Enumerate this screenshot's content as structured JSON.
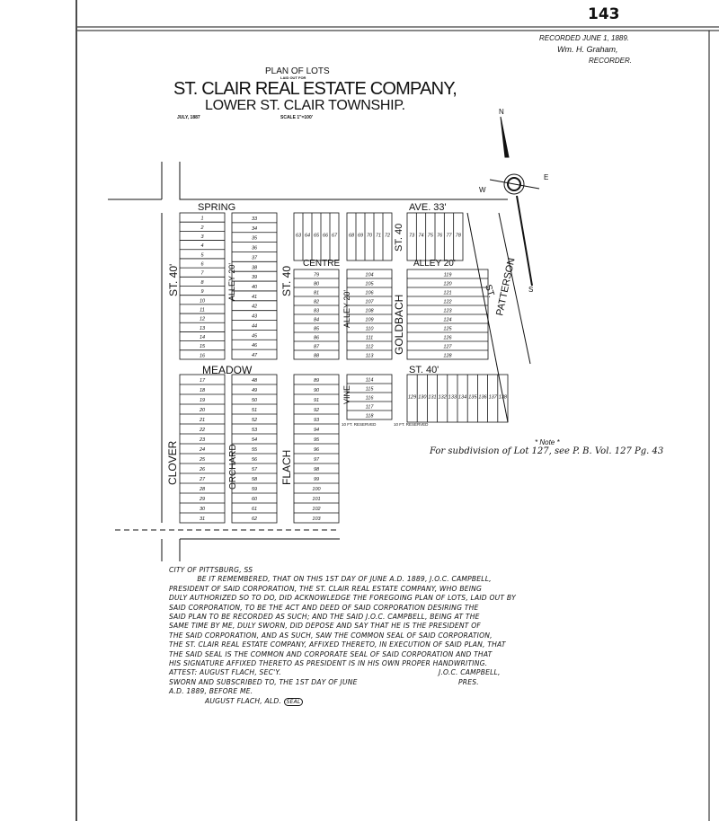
{
  "page_number": "143",
  "recording": {
    "line1": "Recorded June 1, 1889.",
    "line2": "Wm. H. Graham,",
    "line3": "Recorder."
  },
  "title": {
    "plan": "PLAN OF LOTS",
    "laid_out": "LAID OUT FOR",
    "company": "ST. CLAIR REAL ESTATE COMPANY,",
    "township": "LOWER ST. CLAIR TOWNSHIP.",
    "date": "JULY, 1887",
    "scale": "SCALE 1\"=100'"
  },
  "compass": {
    "n": "N",
    "s": "S",
    "e": "E",
    "w": "W"
  },
  "streets": {
    "spring": "SPRING",
    "ave": "AVE. 33'",
    "st40_left": "ST. 40'",
    "st40_mid": "ST. 40",
    "st40_right": "ST. 40",
    "centre": "CENTRE",
    "alley_top": "ALLEY 20'",
    "alley1": "ALLEY 20'",
    "alley2": "ALLEY 20'",
    "goldbach": "GOLDBACH",
    "st_east": "ST.",
    "meadow": "MEADOW",
    "st40_meadow": "ST. 40'",
    "patterson": "PATTERSON",
    "clover": "CLOVER",
    "orchard": "ORCHARD",
    "flach": "FLACH",
    "vine": "VINE",
    "reserved1": "10 FT. RESERVED",
    "reserved2": "10 FT. RESERVED"
  },
  "blocks": [
    {
      "id": "a",
      "lots": [
        1,
        2,
        3,
        4,
        5,
        6,
        7,
        8,
        9,
        10,
        11,
        12,
        13,
        14,
        15,
        16
      ]
    },
    {
      "id": "b",
      "lots": [
        33,
        34,
        35,
        36,
        37,
        38,
        39,
        40,
        41,
        42,
        43,
        44,
        45,
        46,
        47
      ]
    },
    {
      "id": "c",
      "lots": [
        63,
        64,
        65,
        66,
        67
      ]
    },
    {
      "id": "d",
      "lots": [
        68,
        69,
        70,
        71,
        72
      ]
    },
    {
      "id": "e",
      "lots": [
        73,
        74,
        75,
        76,
        77,
        78
      ]
    },
    {
      "id": "f",
      "lots": [
        79,
        80,
        81,
        82,
        83,
        84,
        85,
        86,
        87,
        88
      ]
    },
    {
      "id": "g",
      "lots": [
        104,
        105,
        106,
        107,
        108,
        109,
        110,
        111,
        112,
        113
      ]
    },
    {
      "id": "h",
      "lots": [
        119,
        120,
        121,
        122,
        123,
        124,
        125,
        126,
        127,
        128
      ]
    },
    {
      "id": "i",
      "lots": [
        17,
        18,
        19,
        20,
        21,
        22,
        23,
        24,
        25,
        26,
        27,
        28,
        29,
        30,
        31
      ]
    },
    {
      "id": "j",
      "lots": [
        48,
        49,
        50,
        51,
        52,
        53,
        54,
        55,
        56,
        57,
        58,
        59,
        60,
        61,
        62
      ]
    },
    {
      "id": "k",
      "lots": [
        89,
        90,
        91,
        92,
        93,
        94,
        95,
        96,
        97,
        98,
        99,
        100,
        101,
        102,
        103
      ]
    },
    {
      "id": "l",
      "lots": [
        114,
        115,
        116,
        117,
        118
      ]
    },
    {
      "id": "m",
      "lots": [
        129,
        130,
        131,
        132,
        133,
        134,
        135,
        136,
        137,
        138
      ]
    }
  ],
  "note": {
    "title": "* Note *",
    "text": "For subdivision of Lot 127, see P. B. Vol. 127 Pg. 43"
  },
  "certificate": [
    "City of Pittsburg, ss",
    "            Be it remembered, that on this 1st day of June A.D. 1889, J.O.C. Campbell,",
    "President of said corporation, the St. Clair Real Estate Company, who being",
    "duly authorized so to do, did acknowledge the foregoing plan of lots, laid out by",
    "said corporation, to be the act and deed of said corporation desiring the",
    "said plan to be recorded as such; and the said J.O.C. Campbell, being at the",
    "same time by me, duly sworn, did depose and say that he is the President of",
    "the said corporation, and as such, saw the common seal of said corporation,",
    "The St. Clair Real Estate Company, affixed thereto, in execution of said plan, that",
    "the said seal is the common and corporate seal of said Corporation and that",
    "his signature affixed thereto as President is in his own proper handwriting."
  ],
  "attest": "Attest: August Flach, Sec'y.",
  "signer": "J.O.C. Campbell,",
  "signer_title": "Pres.",
  "sworn1": "Sworn and subscribed to, the 1st day of June",
  "sworn2": "A.D. 1889, before me.",
  "alderman": "August Flach, Ald.",
  "seal": "SEAL"
}
